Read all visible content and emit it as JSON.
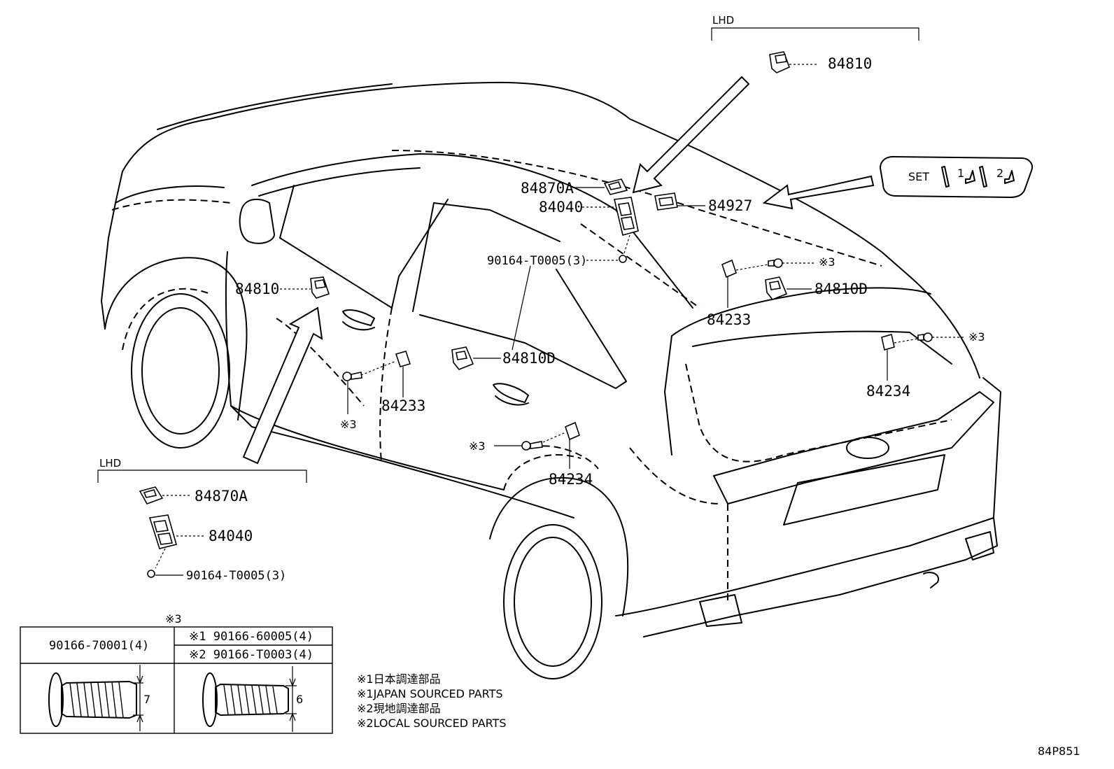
{
  "diagram": {
    "section_labels": {
      "lhd_top": "LHD",
      "lhd_bottom": "LHD"
    },
    "parts": {
      "p84810_top": "84810",
      "p84870a_top": "84870A",
      "p84040_top": "84040",
      "p84927": "84927",
      "p90164_top": "90164-T0005(3)",
      "p84810_door": "84810",
      "p84810d_mid": "84810D",
      "p84233_mid": "84233",
      "p84234_mid": "84234",
      "p84233_rear": "84233",
      "p84810d_rear": "84810D",
      "p84234_rear": "84234",
      "p84870a_bottom": "84870A",
      "p84040_bottom": "84040",
      "p90164_bottom": "90164-T0005(3)"
    },
    "refs": {
      "ref3_a": "※3",
      "ref3_b": "※3",
      "ref3_c": "※3",
      "ref3_d": "※3",
      "ref3_e": "※3"
    },
    "switch_panel": {
      "set": "SET",
      "one": "1",
      "two": "2"
    },
    "bolt_table": {
      "header_ref": "※3",
      "col1_part": "90166-70001(4)",
      "col2_row1": "※1 90166-60005(4)",
      "col2_row2": "※2 90166-T0003(4)",
      "dim1": "7",
      "dim2": "6"
    },
    "notes": [
      "※1日本調達部品",
      "※1JAPAN SOURCED PARTS",
      "※2現地調達部品",
      "※2LOCAL SOURCED PARTS"
    ],
    "diagram_code": "84P851"
  }
}
